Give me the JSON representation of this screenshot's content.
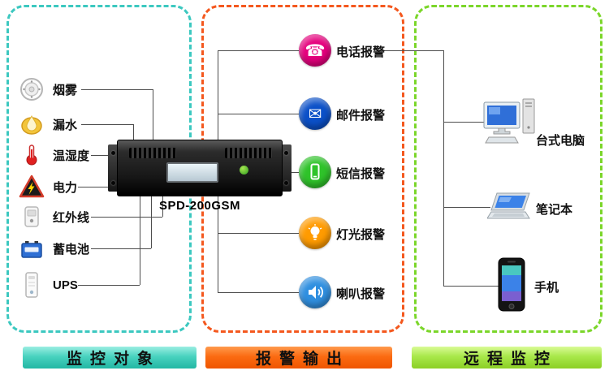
{
  "diagram": {
    "device": {
      "model": "SPD-200GSM"
    },
    "line_color": "#4d4d4d",
    "sections": {
      "monitor": {
        "title": "监控对象",
        "border_color": "#3cc8c0",
        "bar_color": "#2bc0ae",
        "items": [
          {
            "label": "烟雾",
            "icon": "smoke-detector-icon"
          },
          {
            "label": "漏水",
            "icon": "water-leak-icon"
          },
          {
            "label": "温湿度",
            "icon": "thermometer-icon"
          },
          {
            "label": "电力",
            "icon": "power-warning-icon"
          },
          {
            "label": "红外线",
            "icon": "infrared-sensor-icon"
          },
          {
            "label": "蓄电池",
            "icon": "battery-icon"
          },
          {
            "label": "UPS",
            "icon": "ups-icon"
          }
        ]
      },
      "alarm": {
        "title": "报警输出",
        "border_color": "#f4581e",
        "bar_color": "#f05a00",
        "items": [
          {
            "label": "电话报警",
            "icon": "telephone-icon",
            "color": "#e5007d"
          },
          {
            "label": "邮件报警",
            "icon": "email-icon",
            "color": "#0b50c8"
          },
          {
            "label": "短信报警",
            "icon": "sms-icon",
            "color": "#2fc32a"
          },
          {
            "label": "灯光报警",
            "icon": "light-icon",
            "color": "#ff9b00"
          },
          {
            "label": "喇叭报警",
            "icon": "speaker-icon",
            "color": "#2f8fe0"
          }
        ]
      },
      "remote": {
        "title": "远程监控",
        "border_color": "#7bd62a",
        "bar_color": "#8ccf25",
        "items": [
          {
            "label": "台式电脑",
            "icon": "desktop-computer-icon"
          },
          {
            "label": "笔记本",
            "icon": "laptop-icon"
          },
          {
            "label": "手机",
            "icon": "mobile-phone-icon"
          }
        ]
      }
    }
  }
}
